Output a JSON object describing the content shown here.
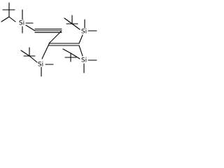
{
  "atom_labels": {
    "si_1": "Si",
    "si_2": "Si",
    "si_3": "Si",
    "si_4": "Si"
  },
  "colors": {
    "background": "#ffffff",
    "bond": "#000000",
    "label": "#000000"
  }
}
